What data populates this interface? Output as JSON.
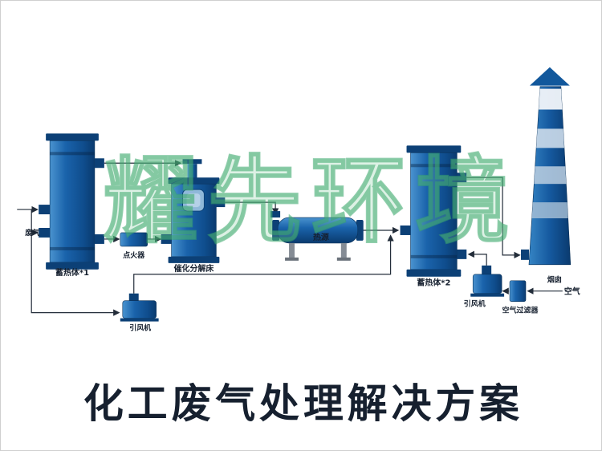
{
  "watermark": "耀先环境",
  "title": "化工废气处理解决方案",
  "colors": {
    "equipment_blue": "#1a63ab",
    "equipment_dark": "#0c4076",
    "watermark_green": "#3aa86c",
    "title_blue": "#1b5cae",
    "label_color": "#16202f",
    "line_color": "#232d3a"
  },
  "labels": {
    "waste_gas": "废气",
    "regenerator1": "蓄热体*1",
    "igniter": "点火器",
    "catalytic_bed": "催化分解床",
    "heat_source": "热源",
    "regenerator2": "蓄热体*2",
    "fan_bottom": "引风机",
    "fan_right": "引风机",
    "air_filter": "空气过滤器",
    "air": "空气",
    "chimney": "烟囱"
  }
}
